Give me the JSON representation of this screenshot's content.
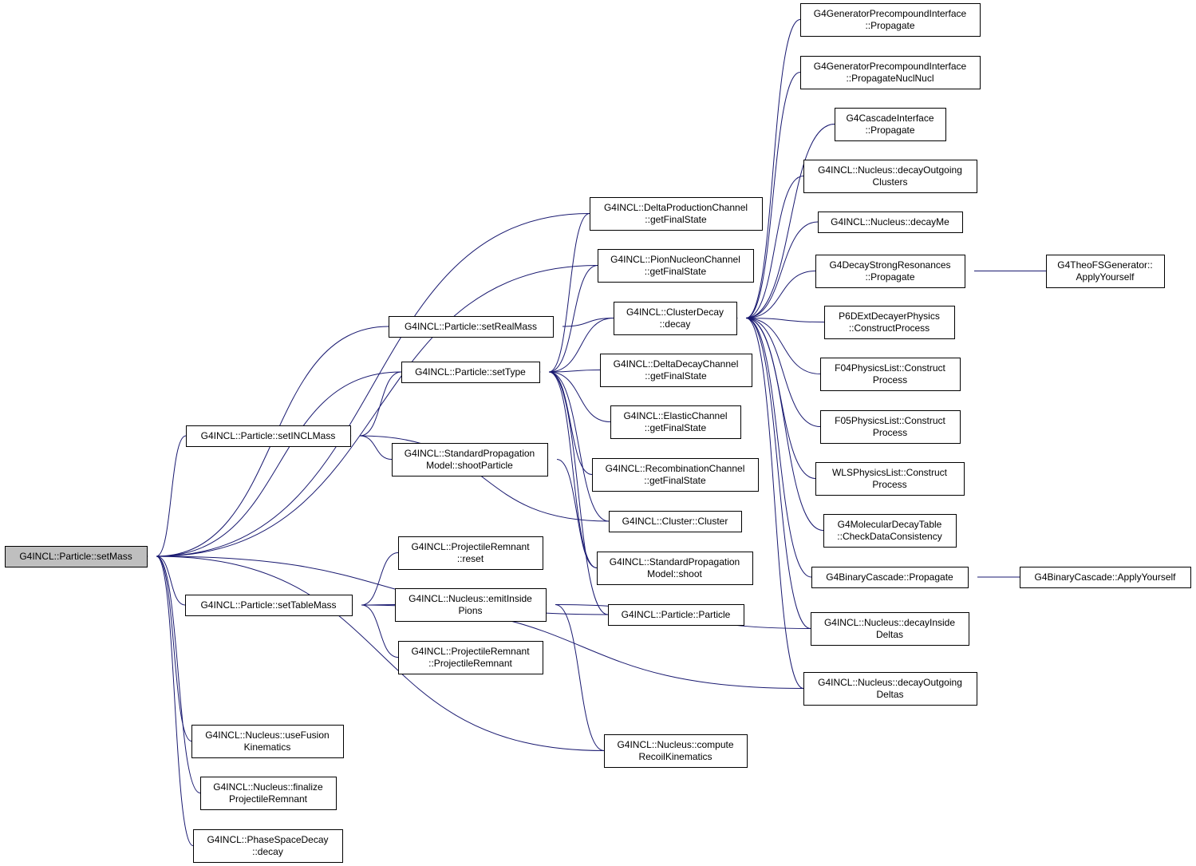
{
  "diagram": {
    "type": "caller-graph",
    "nodes": [
      {
        "id": "setMass",
        "lines": [
          "G4INCL::Particle::setMass"
        ],
        "root": true
      },
      {
        "id": "setRealMass",
        "lines": [
          "G4INCL::Particle::setRealMass"
        ]
      },
      {
        "id": "setType",
        "lines": [
          "G4INCL::Particle::setType"
        ]
      },
      {
        "id": "setINCLMass",
        "lines": [
          "G4INCL::Particle::setINCLMass"
        ]
      },
      {
        "id": "setTableMass",
        "lines": [
          "G4INCL::Particle::setTableMass"
        ]
      },
      {
        "id": "useFusion",
        "lines": [
          "G4INCL::Nucleus::useFusion",
          "Kinematics"
        ]
      },
      {
        "id": "finalizePR",
        "lines": [
          "G4INCL::Nucleus::finalize",
          "ProjectileRemnant"
        ]
      },
      {
        "id": "phaseSpace",
        "lines": [
          "G4INCL::PhaseSpaceDecay",
          "::decay"
        ]
      },
      {
        "id": "spmShootParticle",
        "lines": [
          "G4INCL::StandardPropagation",
          "Model::shootParticle"
        ]
      },
      {
        "id": "prReset",
        "lines": [
          "G4INCL::ProjectileRemnant",
          "::reset"
        ]
      },
      {
        "id": "emitInside",
        "lines": [
          "G4INCL::Nucleus::emitInside",
          "Pions"
        ]
      },
      {
        "id": "prCtor",
        "lines": [
          "G4INCL::ProjectileRemnant",
          "::ProjectileRemnant"
        ]
      },
      {
        "id": "deltaProd",
        "lines": [
          "G4INCL::DeltaProductionChannel",
          "::getFinalState"
        ]
      },
      {
        "id": "pionNuc",
        "lines": [
          "G4INCL::PionNucleonChannel",
          "::getFinalState"
        ]
      },
      {
        "id": "clusterDecay",
        "lines": [
          "G4INCL::ClusterDecay",
          "::decay"
        ]
      },
      {
        "id": "deltaDecay",
        "lines": [
          "G4INCL::DeltaDecayChannel",
          "::getFinalState"
        ]
      },
      {
        "id": "elastic",
        "lines": [
          "G4INCL::ElasticChannel",
          "::getFinalState"
        ]
      },
      {
        "id": "recomb",
        "lines": [
          "G4INCL::RecombinationChannel",
          "::getFinalState"
        ]
      },
      {
        "id": "clusterCtor",
        "lines": [
          "G4INCL::Cluster::Cluster"
        ]
      },
      {
        "id": "spmShoot",
        "lines": [
          "G4INCL::StandardPropagation",
          "Model::shoot"
        ]
      },
      {
        "id": "particleCtor",
        "lines": [
          "G4INCL::Particle::Particle"
        ]
      },
      {
        "id": "computeRecoil",
        "lines": [
          "G4INCL::Nucleus::compute",
          "RecoilKinematics"
        ]
      },
      {
        "id": "genPreProp",
        "lines": [
          "G4GeneratorPrecompoundInterface",
          "::Propagate"
        ]
      },
      {
        "id": "genPrePropNN",
        "lines": [
          "G4GeneratorPrecompoundInterface",
          "::PropagateNuclNucl"
        ]
      },
      {
        "id": "cascadeProp",
        "lines": [
          "G4CascadeInterface",
          "::Propagate"
        ]
      },
      {
        "id": "decOutClusters",
        "lines": [
          "G4INCL::Nucleus::decayOutgoing",
          "Clusters"
        ]
      },
      {
        "id": "decayMe",
        "lines": [
          "G4INCL::Nucleus::decayMe"
        ]
      },
      {
        "id": "strongRes",
        "lines": [
          "G4DecayStrongResonances",
          "::Propagate"
        ]
      },
      {
        "id": "p6d",
        "lines": [
          "P6DExtDecayerPhysics",
          "::ConstructProcess"
        ]
      },
      {
        "id": "f04",
        "lines": [
          "F04PhysicsList::Construct",
          "Process"
        ]
      },
      {
        "id": "f05",
        "lines": [
          "F05PhysicsList::Construct",
          "Process"
        ]
      },
      {
        "id": "wls",
        "lines": [
          "WLSPhysicsList::Construct",
          "Process"
        ]
      },
      {
        "id": "molecular",
        "lines": [
          "G4MolecularDecayTable",
          "::CheckDataConsistency"
        ]
      },
      {
        "id": "binProp",
        "lines": [
          "G4BinaryCascade::Propagate"
        ]
      },
      {
        "id": "decInsideDeltas",
        "lines": [
          "G4INCL::Nucleus::decayInside",
          "Deltas"
        ]
      },
      {
        "id": "decOutDeltas",
        "lines": [
          "G4INCL::Nucleus::decayOutgoing",
          "Deltas"
        ]
      },
      {
        "id": "theoFS",
        "lines": [
          "G4TheoFSGenerator::",
          "ApplyYourself"
        ]
      },
      {
        "id": "binApply",
        "lines": [
          "G4BinaryCascade::ApplyYourself"
        ]
      }
    ],
    "edges": [
      [
        "setRealMass",
        "setMass"
      ],
      [
        "setType",
        "setMass"
      ],
      [
        "setINCLMass",
        "setMass"
      ],
      [
        "setTableMass",
        "setMass"
      ],
      [
        "useFusion",
        "setMass"
      ],
      [
        "finalizePR",
        "setMass"
      ],
      [
        "phaseSpace",
        "setMass"
      ],
      [
        "deltaProd",
        "setMass"
      ],
      [
        "pionNuc",
        "setMass"
      ],
      [
        "particleCtor",
        "setMass"
      ],
      [
        "computeRecoil",
        "setMass"
      ],
      [
        "clusterDecay",
        "setRealMass"
      ],
      [
        "pionNuc",
        "setType"
      ],
      [
        "deltaProd",
        "setType"
      ],
      [
        "clusterDecay",
        "setType"
      ],
      [
        "deltaDecay",
        "setType"
      ],
      [
        "elastic",
        "setType"
      ],
      [
        "recomb",
        "setType"
      ],
      [
        "clusterCtor",
        "setType"
      ],
      [
        "spmShoot",
        "setType"
      ],
      [
        "particleCtor",
        "setType"
      ],
      [
        "setType",
        "setINCLMass"
      ],
      [
        "spmShootParticle",
        "setINCLMass"
      ],
      [
        "clusterCtor",
        "setINCLMass"
      ],
      [
        "spmShoot",
        "spmShootParticle"
      ],
      [
        "prReset",
        "setTableMass"
      ],
      [
        "emitInside",
        "setTableMass"
      ],
      [
        "prCtor",
        "setTableMass"
      ],
      [
        "decOutDeltas",
        "setTableMass"
      ],
      [
        "decInsideDeltas",
        "emitInside"
      ],
      [
        "computeRecoil",
        "emitInside"
      ],
      [
        "genPreProp",
        "clusterDecay"
      ],
      [
        "genPrePropNN",
        "clusterDecay"
      ],
      [
        "cascadeProp",
        "clusterDecay"
      ],
      [
        "decOutClusters",
        "clusterDecay"
      ],
      [
        "decayMe",
        "clusterDecay"
      ],
      [
        "strongRes",
        "clusterDecay"
      ],
      [
        "p6d",
        "clusterDecay"
      ],
      [
        "f04",
        "clusterDecay"
      ],
      [
        "f05",
        "clusterDecay"
      ],
      [
        "wls",
        "clusterDecay"
      ],
      [
        "molecular",
        "clusterDecay"
      ],
      [
        "binProp",
        "clusterDecay"
      ],
      [
        "decInsideDeltas",
        "clusterDecay"
      ],
      [
        "decOutDeltas",
        "clusterDecay"
      ],
      [
        "theoFS",
        "strongRes"
      ],
      [
        "binApply",
        "binProp"
      ]
    ]
  }
}
